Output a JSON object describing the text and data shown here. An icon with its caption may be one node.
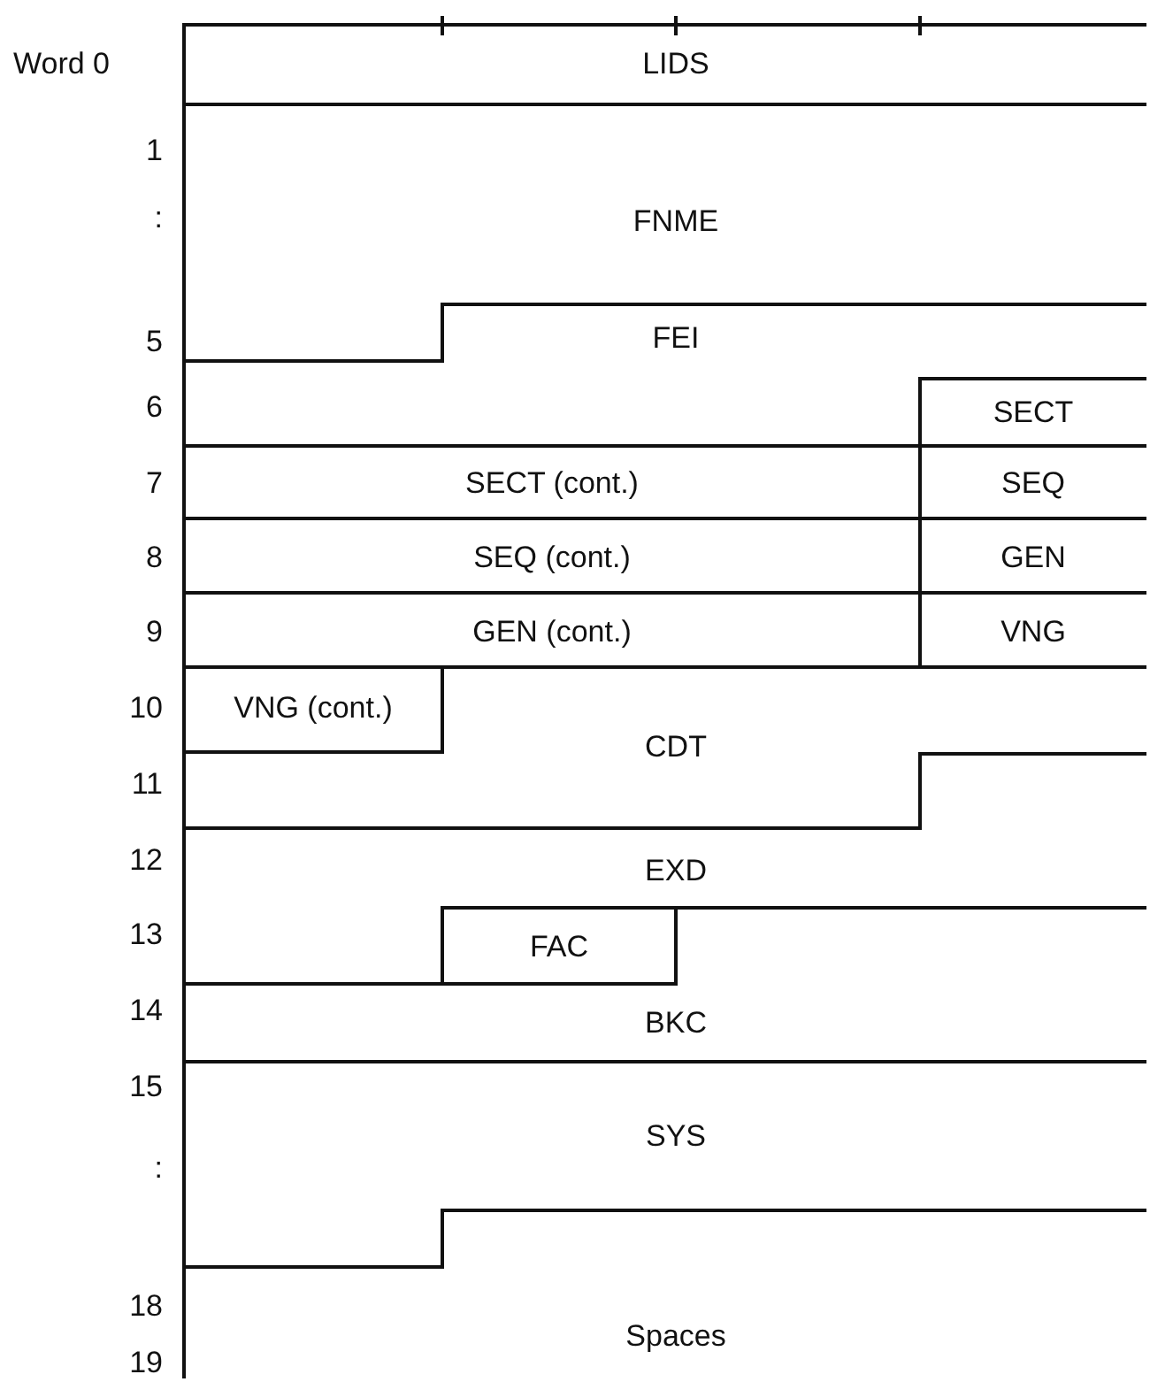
{
  "diagram": {
    "nodes": [
      {
        "text": [
          "LIDS"
        ]
      },
      {
        "text": [
          "FNME"
        ]
      },
      {
        "text": [
          "FEI"
        ]
      },
      {
        "text": [
          "SECT"
        ]
      },
      {
        "text": [
          "SECT (cont.)"
        ]
      },
      {
        "text": [
          "SEQ"
        ]
      },
      {
        "text": [
          "SEQ (cont.)"
        ]
      },
      {
        "text": [
          "GEN"
        ]
      },
      {
        "text": [
          "GEN (cont.)"
        ]
      },
      {
        "text": [
          "VNG"
        ]
      },
      {
        "text": [
          "VNG (cont.)"
        ]
      },
      {
        "text": [
          "CDT"
        ]
      },
      {
        "text": [
          "EXD"
        ]
      },
      {
        "text": [
          "FAC"
        ]
      },
      {
        "text": [
          "BKC"
        ]
      },
      {
        "text": [
          "SYS"
        ]
      },
      {
        "text": [
          "Spaces"
        ]
      }
    ],
    "labels": [
      "Word 0",
      "1",
      ":",
      "5",
      "6",
      "7",
      "8",
      "9",
      "10",
      "11",
      "12",
      "13",
      "14",
      "15",
      ":",
      "18",
      "19"
    ]
  }
}
